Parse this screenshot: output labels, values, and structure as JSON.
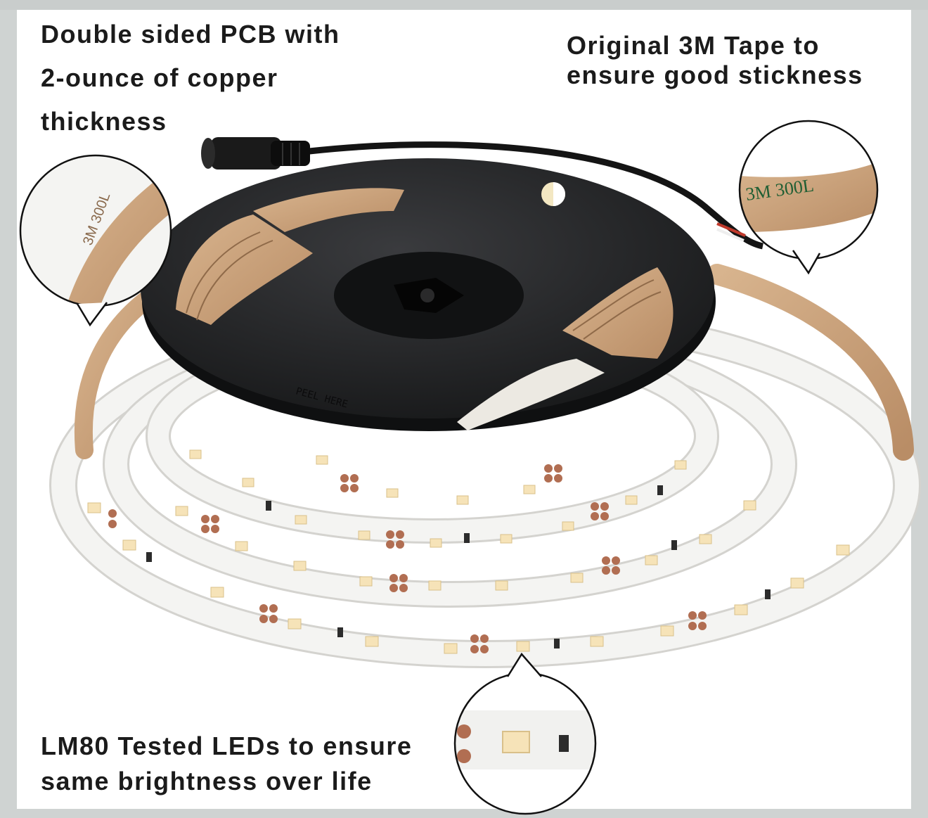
{
  "captions": {
    "pcb": {
      "line1": "Double sided PCB with",
      "line2": "2-ounce of copper",
      "line3": "thickness"
    },
    "tape": {
      "line1": "Original 3M Tape to",
      "line2": "ensure good stickness"
    },
    "led": {
      "line1": "LM80 Tested LEDs to ensure",
      "line2": "same brightness over life"
    }
  },
  "reel": {
    "embossed_text": "PEEL HERE"
  },
  "tape_print": {
    "text": "3M 300L"
  },
  "colors": {
    "background": "#ffffff",
    "border": "#cfd3d2",
    "reel": "#1d1e20",
    "strip": "#f2f2f0",
    "copper": "#b16e52",
    "adhesive": "#c9a27c",
    "led_warm": "#f6e3b8",
    "caption_text": "#1b1b1b"
  }
}
